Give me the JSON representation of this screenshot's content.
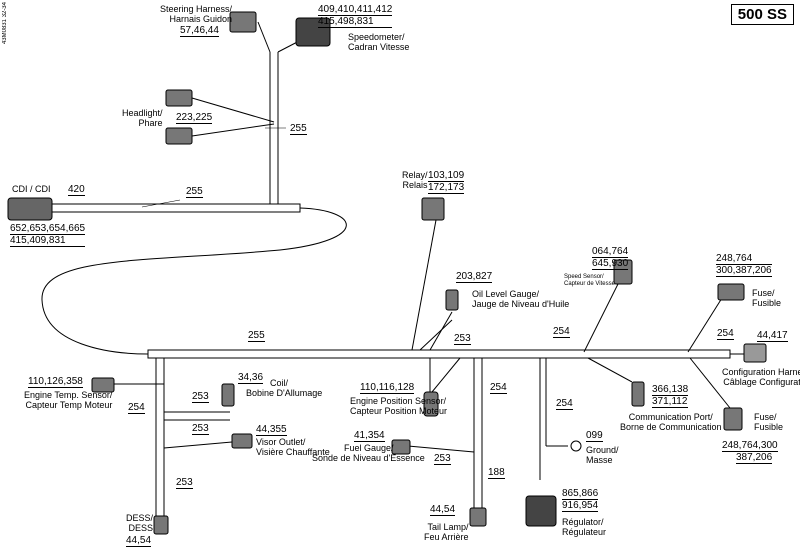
{
  "model": "500 SS",
  "drawing_code": "43M0831 32-34",
  "components": {
    "steering": {
      "label1": "Steering Harness/",
      "label2": "Harnais Guidon",
      "ref": "57,46,44"
    },
    "speedo": {
      "ref1": "409,410,411,412",
      "ref2": "415,498,831",
      "label1": "Speedometer/",
      "label2": "Cadran Vitesse"
    },
    "headlight": {
      "label1": "Headlight/",
      "label2": "Phare",
      "ref": "223,225"
    },
    "cdi": {
      "label": "CDI / CDI",
      "num": "420",
      "ref1": "652,653,654,665",
      "ref2": "415,409,831"
    },
    "relay": {
      "label1": "Relay/",
      "label2": "Relais",
      "ref1": "103,109",
      "ref2": "172,173"
    },
    "oil": {
      "ref": "203,827",
      "label1": "Oil Level Gauge/",
      "label2": "Jauge de Niveau d'Huile"
    },
    "speedsensor": {
      "ref1": "064,764",
      "ref2": "645,930",
      "label1": "Speed Sensor/",
      "label2": "Capteur de Vitesse"
    },
    "fuse1": {
      "ref1": "248,764",
      "ref2": "300,387,206",
      "label1": "Fuse/",
      "label2": "Fusible"
    },
    "config": {
      "ref": "44,417",
      "label1": "Configuration Harness/",
      "label2": "Câblage Configuration"
    },
    "temp": {
      "ref": "110,126,358",
      "label1": "Engine Temp. Sensor/",
      "label2": "Capteur Temp Moteur"
    },
    "coil": {
      "ref": "34,36",
      "label1": "Coil/",
      "label2": "Bobine D'Allumage"
    },
    "visor": {
      "ref": "44,355",
      "label1": "Visor Outlet/",
      "label2": "Visière Chauffante"
    },
    "engpos": {
      "ref": "110,116,128",
      "label1": "Engine Position Sensor/",
      "label2": "Capteur Position Moteur"
    },
    "fuelgauge": {
      "ref": "41,354",
      "label1": "Fuel Gauge/",
      "label2": "Sonde de Niveau d'Essence"
    },
    "comport": {
      "ref1": "366,138",
      "ref2": "371,112",
      "label1": "Communication Port/",
      "label2": "Borne de Communication"
    },
    "fuse2": {
      "label1": "Fuse/",
      "label2": "Fusible",
      "ref1": "248,764,300",
      "ref2": "387,206"
    },
    "ground": {
      "ref": "099",
      "label1": "Ground/",
      "label2": "Masse"
    },
    "regulator": {
      "ref1": "865,866",
      "ref2": "916,954",
      "label1": "Régulator/",
      "label2": "Régulateur"
    },
    "taillamp": {
      "ref": "44,54",
      "label1": "Tail Lamp/",
      "label2": "Feu Arrière"
    },
    "dess": {
      "label1": "DESS/",
      "label2": "DESS",
      "ref": "44,54"
    }
  },
  "wire_numbers": {
    "w255a": "255",
    "w255b": "255",
    "w255c": "255",
    "w254a": "254",
    "w254b": "254",
    "w254c": "254",
    "w254d": "254",
    "w254e": "254",
    "w253a": "253",
    "w253b": "253",
    "w253c": "253",
    "w253d": "253",
    "w253e": "253",
    "w188": "188"
  }
}
